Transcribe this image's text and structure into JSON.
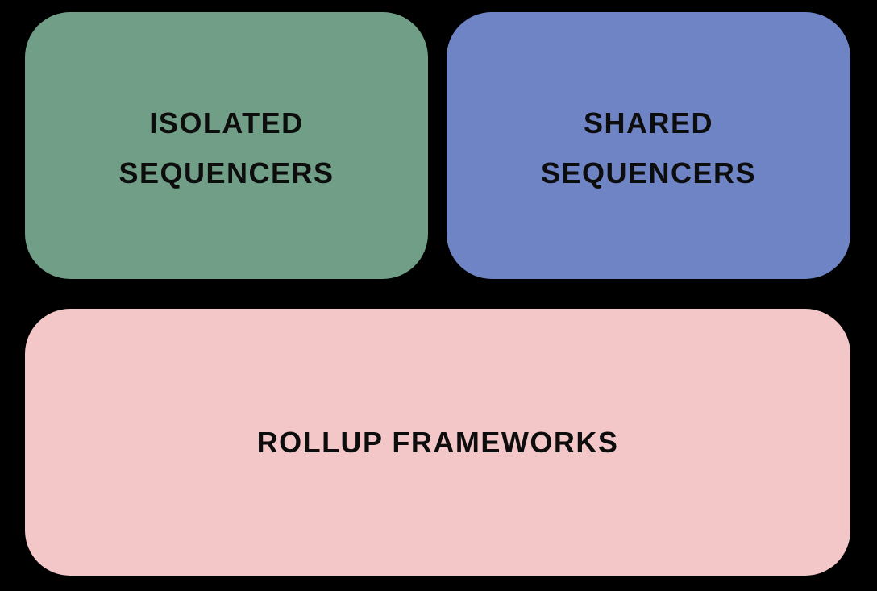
{
  "blocks": {
    "isolated": {
      "lines": [
        "ISOLATED",
        "SEQUENCERS"
      ],
      "color": "#709e87"
    },
    "shared": {
      "lines": [
        "SHARED",
        "SEQUENCERS"
      ],
      "color": "#6e84c5"
    },
    "rollup": {
      "lines": [
        "ROLLUP FRAMEWORKS"
      ],
      "color": "#f3c6c8"
    }
  },
  "colors": {
    "background": "#000000",
    "text": "#0d0d0d"
  }
}
